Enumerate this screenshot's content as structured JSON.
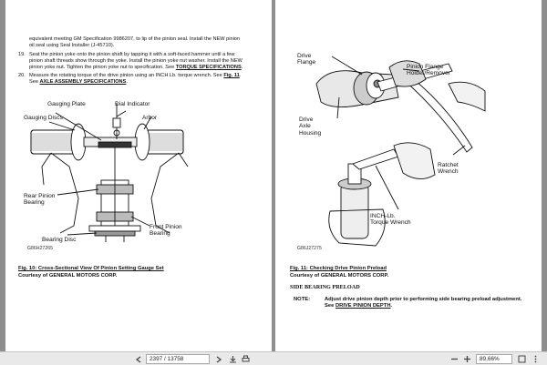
{
  "left_page": {
    "steps": [
      {
        "num": "",
        "lines": [
          "equivalent meeting GM Specification 9986207, to lip of the pinion seal. Install the NEW pinion",
          "oil seal using Seal Installer (J-45710)."
        ]
      },
      {
        "num": "19.",
        "lines": [
          "Seat the pinion yoke onto the pinion shaft by tapping it with a soft-faced hammer until a few",
          "pinion shaft threads show through the yoke. Install the pinion yoke nut washer. Install the NEW",
          "pinion yoke nut. Tighten the pinion yoke nut to specification. See"
        ],
        "link": "TORQUE SPECIFICATIONS",
        "after": "."
      },
      {
        "num": "20.",
        "lines": [
          "Measure the rotating torque of the drive pinion using an INCH Lb. torque wrench. See"
        ],
        "link": "Fig. 11",
        "after": ".",
        "line2_pre": "See",
        "link2": "AXLE ASSEMBLY SPECIFICATIONS",
        "after2": "."
      }
    ],
    "figure": {
      "labels": {
        "gauging_plate": "Gauging Plate",
        "dial_indicator": "Dial Indicator",
        "gauging_discs": "Gauging Discs",
        "arbor": "Arbor",
        "rear_pinion_bearing_1": "Rear Pinion",
        "rear_pinion_bearing_2": "Bearing",
        "front_pinion_bearing_1": "Front Pinion",
        "front_pinion_bearing_2": "Bearing",
        "bearing_disc": "Bearing Disc"
      },
      "id": "G86H27265",
      "caption": "Fig. 10: Cross-Sectional View Of Pinion Setting Gauge Set",
      "courtesy": "Courtesy of GENERAL MOTORS CORP."
    }
  },
  "right_page": {
    "figure": {
      "labels": {
        "drive_flange_1": "Drive",
        "drive_flange_2": "Flange",
        "pinion_flange_1": "Pinion Flange",
        "pinion_flange_2": "Holder/Remover",
        "drive_axle_1": "Drive",
        "drive_axle_2": "Axle",
        "drive_axle_3": "Housing",
        "ratchet_1": "Ratchet",
        "ratchet_2": "Wrench",
        "inch_lb_1": "INCH-Lb.",
        "inch_lb_2": "Torque Wrench"
      },
      "id": "G86J27275",
      "caption": "Fig. 11: Checking Drive Pinion Preload",
      "courtesy": "Courtesy of GENERAL MOTORS CORP."
    },
    "section_heading": "SIDE BEARING PRELOAD",
    "note_label": "NOTE:",
    "note_text": "Adjust drive pinion depth prior to performing side bearing preload adjustment.",
    "note_see": "See",
    "note_link": "DRIVE PINION DEPTH",
    "note_after": "."
  },
  "toolbar": {
    "page_value": "2397 / 13758",
    "zoom_value": "89,66%"
  }
}
